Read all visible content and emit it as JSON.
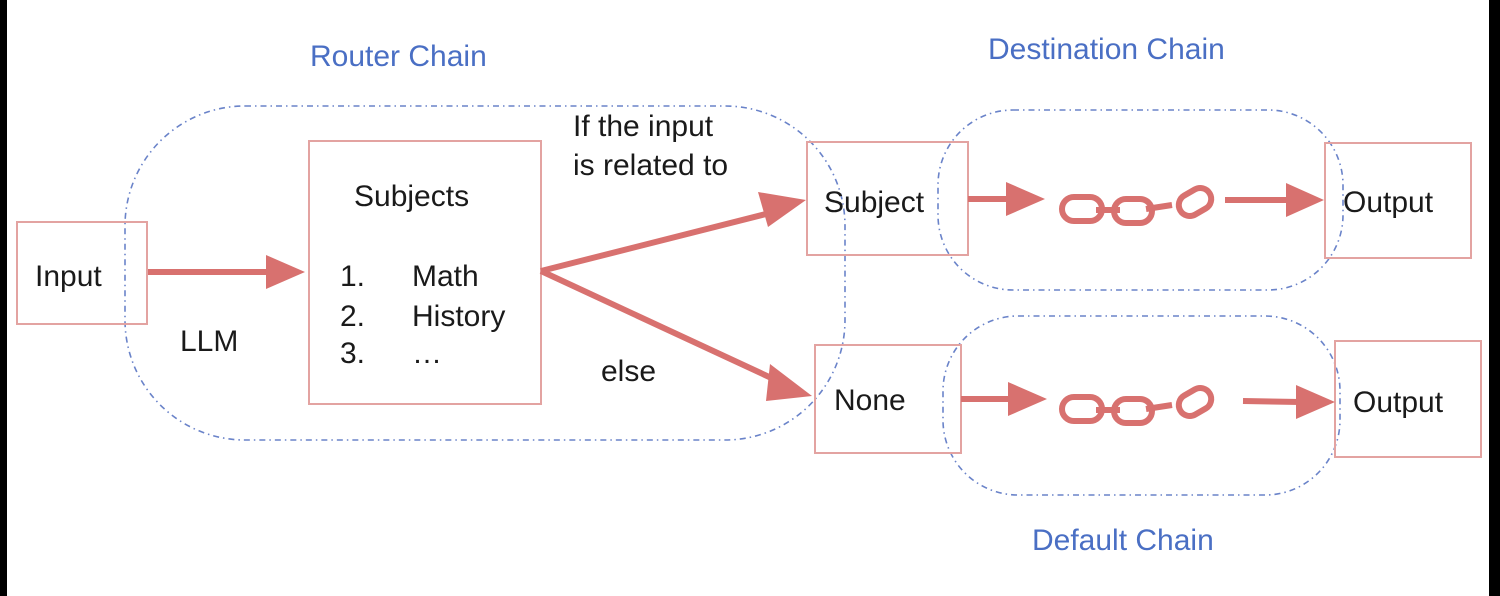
{
  "colors": {
    "box_stroke": "#e3a3a1",
    "arrow": "#d8716f",
    "group_border": "#6a83c9",
    "group_title": "#4a6fc4",
    "text": "#1a1a1a",
    "background": "#ffffff"
  },
  "groups": {
    "router": {
      "title": "Router Chain"
    },
    "destination": {
      "title": "Destination Chain"
    },
    "default": {
      "title": "Default Chain"
    }
  },
  "nodes": {
    "input": "Input",
    "subjects": {
      "heading": "Subjects",
      "items": [
        {
          "num": "1.",
          "label": "Math"
        },
        {
          "num": "2.",
          "label": "History"
        },
        {
          "num": "3.",
          "label": "…"
        }
      ]
    },
    "subject": "Subject",
    "none": "None",
    "output_top": "Output",
    "output_bottom": "Output"
  },
  "labels": {
    "llm": "LLM",
    "condition_line1": "If the input",
    "condition_line2": "is related to",
    "else": "else"
  },
  "icons": {
    "destination_chain": "chain-link-icon",
    "default_chain": "chain-link-icon"
  }
}
